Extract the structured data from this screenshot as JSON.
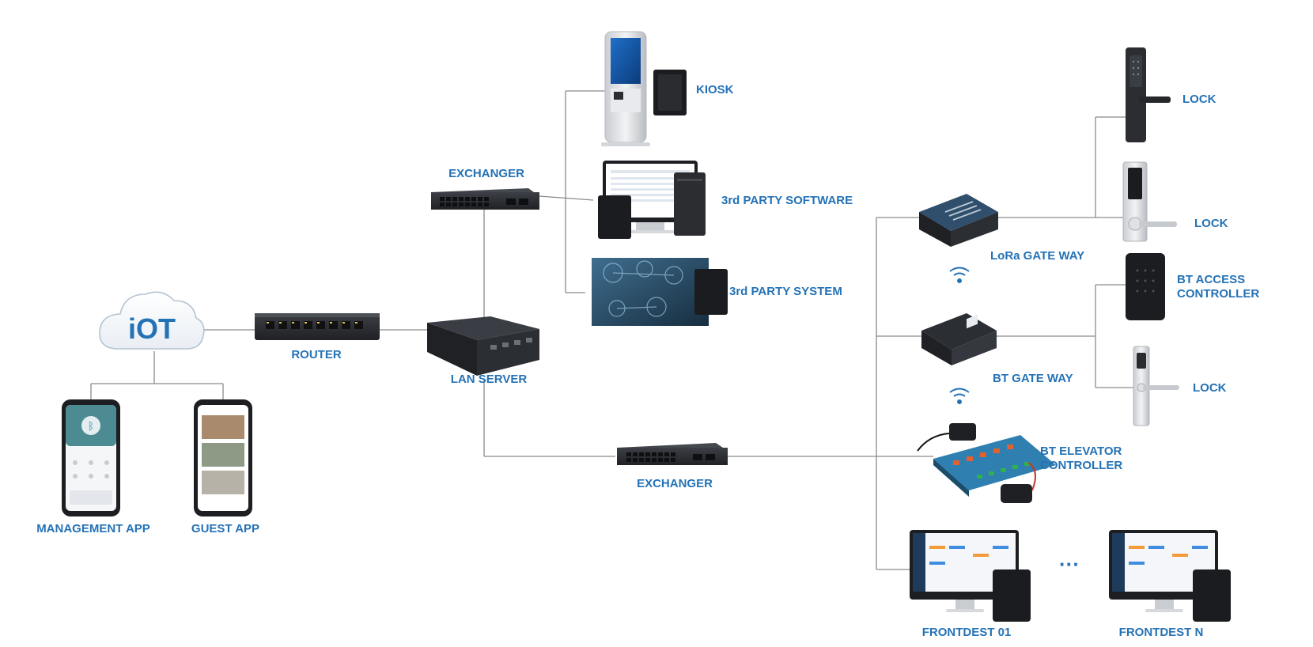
{
  "cloud": {
    "text": "iOT"
  },
  "labels": {
    "router": "ROUTER",
    "lan_server": "LAN SERVER",
    "exchanger_top": "EXCHANGER",
    "exchanger_bottom": "EXCHANGER",
    "management_app": "MANAGEMENT APP",
    "guest_app": "GUEST APP",
    "kiosk": "KIOSK",
    "third_party_software": "3rd PARTY SOFTWARE",
    "third_party_system": "3rd PARTY SYSTEM",
    "lora_gateway": "LoRa GATE WAY",
    "bt_gateway": "BT GATE WAY",
    "lock_1": "LOCK",
    "lock_2": "LOCK",
    "lock_3": "LOCK",
    "bt_access_line1": "BT ACCESS",
    "bt_access_line2": "CONTROLLER",
    "bt_elevator_line1": "BT ELEVATOR",
    "bt_elevator_line2": "CONTROLLER",
    "frontdest_01": "FRONTDEST 01",
    "frontdest_n": "FRONTDEST N",
    "ellipsis": "···"
  },
  "colors": {
    "label": "#2472b6",
    "wire": "#8a8a8a",
    "device_dark": "#2b2d31",
    "cloud_text": "#2472b6"
  }
}
